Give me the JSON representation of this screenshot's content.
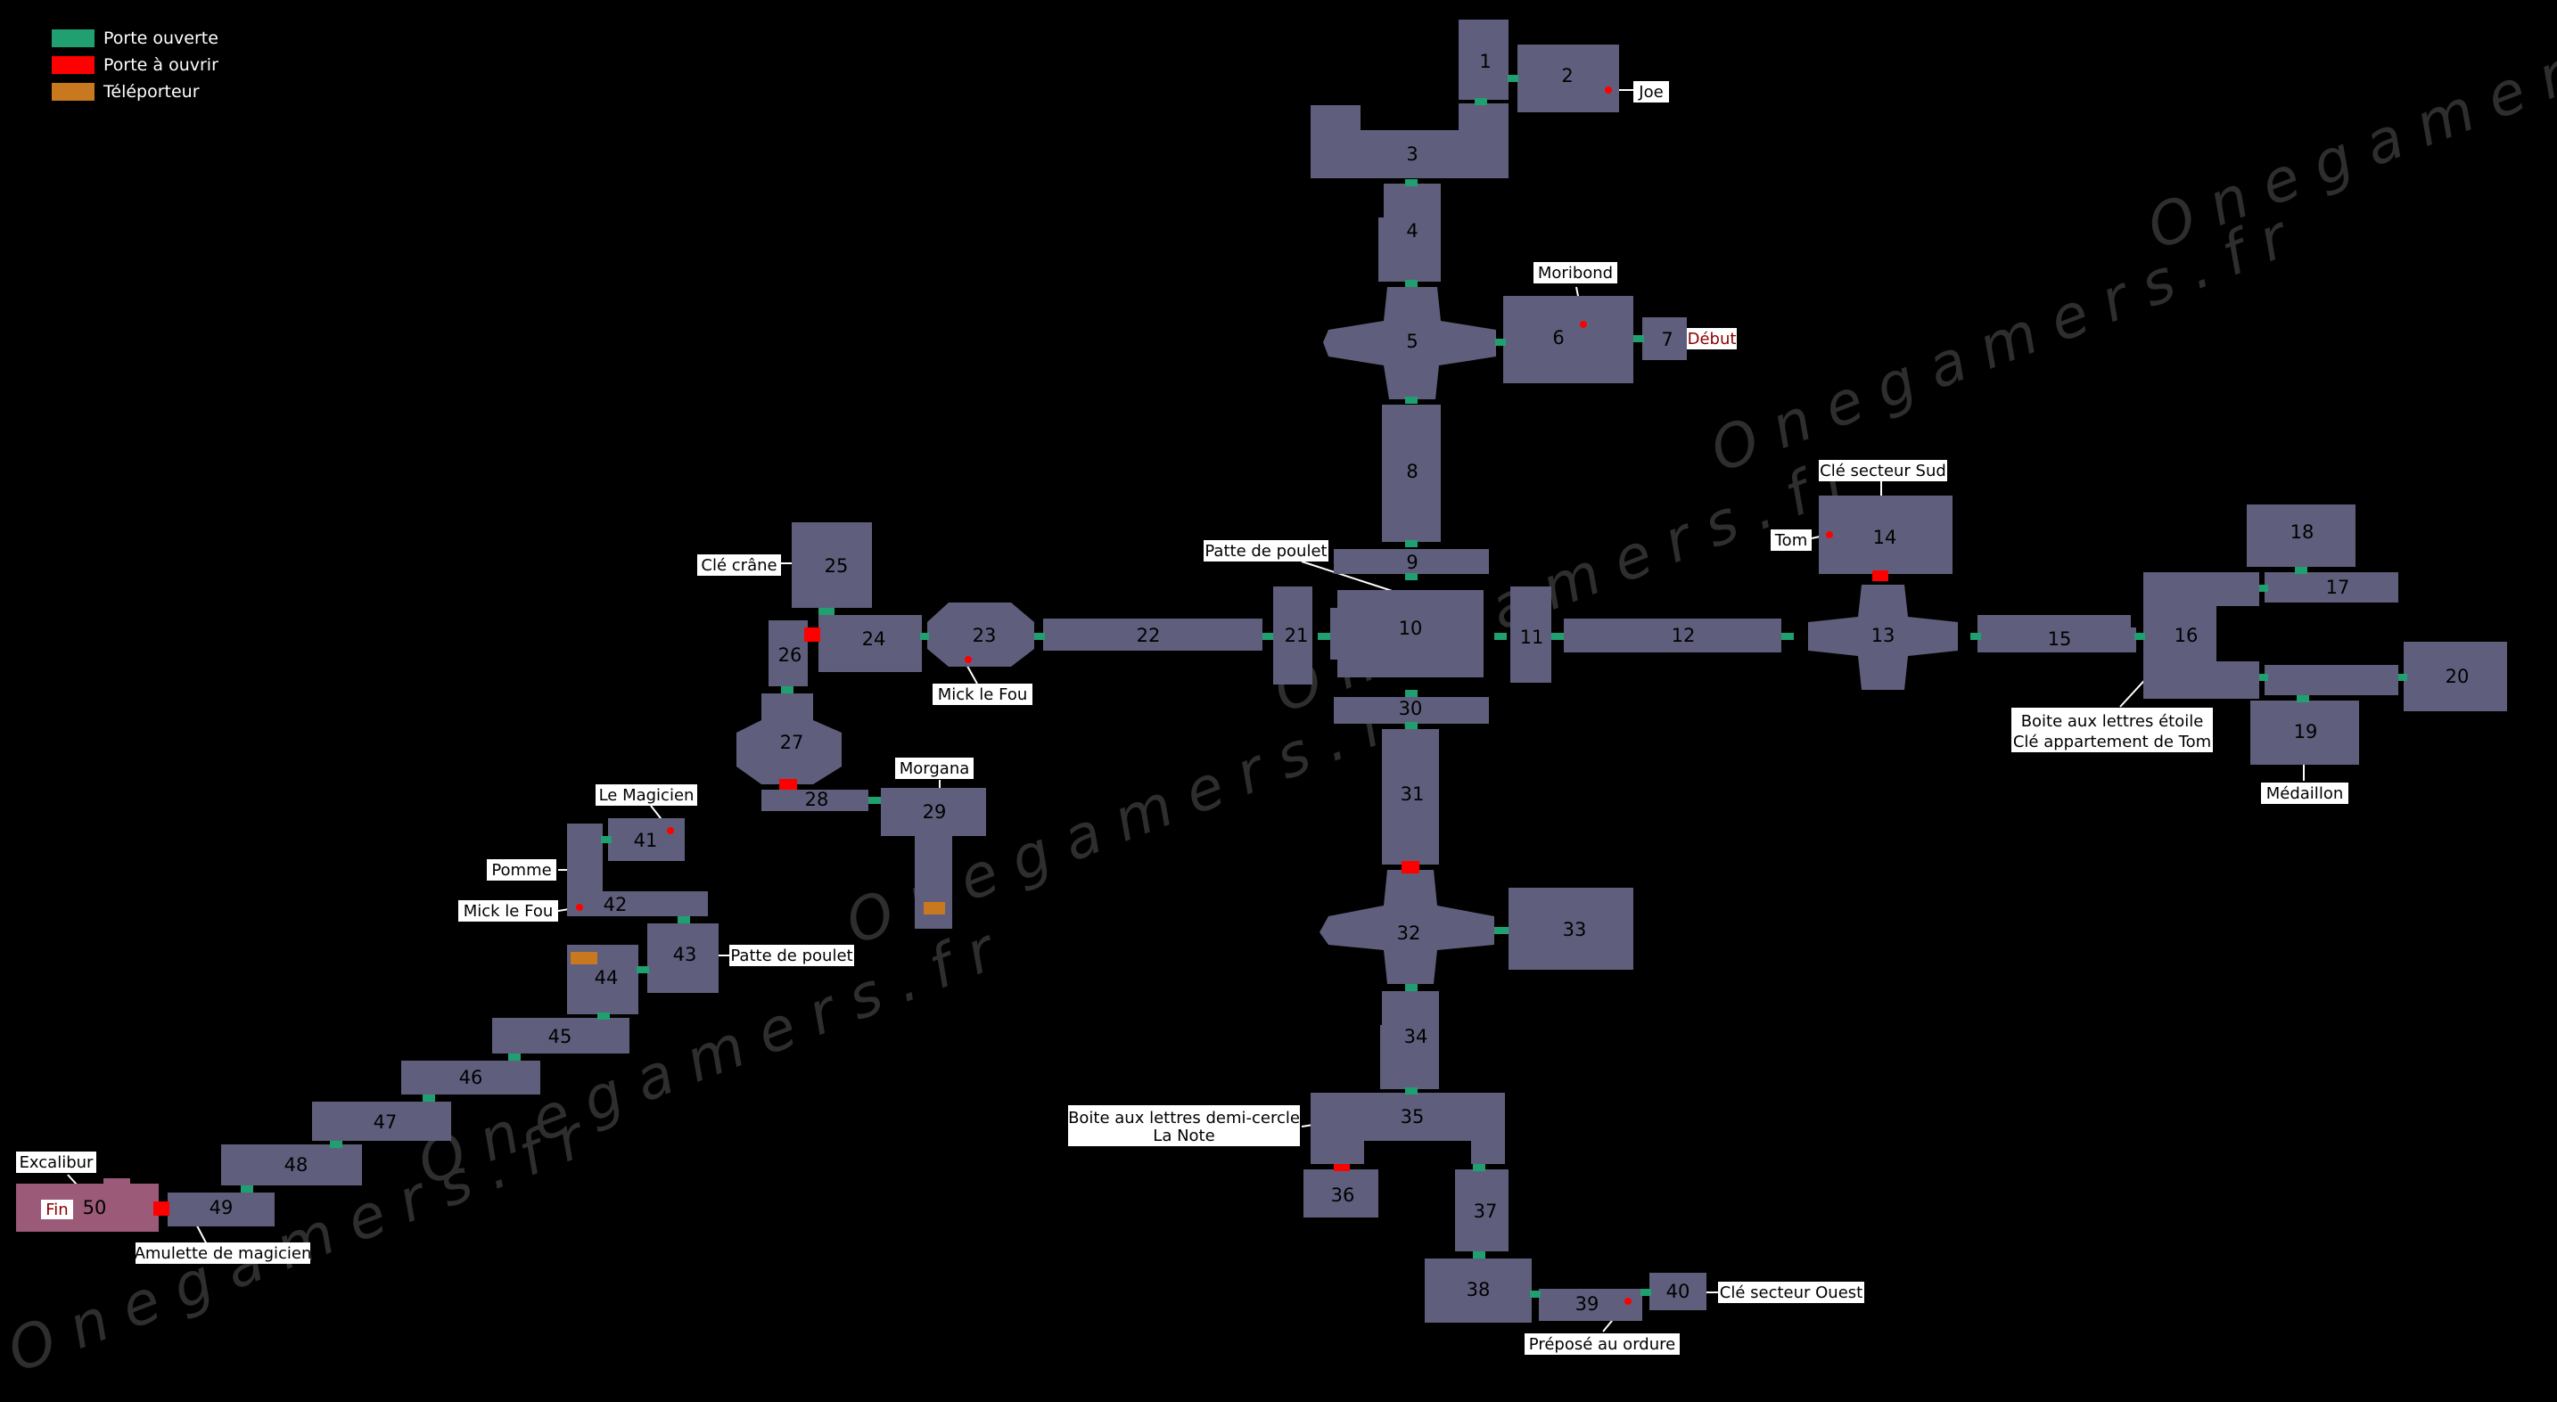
{
  "legend": {
    "open_door": {
      "label": "Porte ouverte",
      "color": "#20a070"
    },
    "locked_door": {
      "label": "Porte à ouvrir",
      "color": "#ff0000"
    },
    "teleporter": {
      "label": "Téléporteur",
      "color": "#c8781e"
    }
  },
  "colors": {
    "room": "#5f5f7d",
    "room_end": "#9a5a78",
    "background": "#000000",
    "watermark": "#3a3a3a",
    "start_text": "#8b0000"
  },
  "watermark": "O n e g a m e r s . f r",
  "rooms": [
    "1",
    "2",
    "3",
    "4",
    "5",
    "6",
    "7",
    "8",
    "9",
    "10",
    "11",
    "12",
    "13",
    "14",
    "15",
    "16",
    "17",
    "18",
    "19",
    "20",
    "21",
    "22",
    "23",
    "24",
    "25",
    "26",
    "27",
    "28",
    "29",
    "30",
    "31",
    "32",
    "33",
    "34",
    "35",
    "36",
    "37",
    "38",
    "39",
    "40",
    "41",
    "42",
    "43",
    "44",
    "45",
    "46",
    "47",
    "48",
    "49",
    "50"
  ],
  "labels": {
    "joe": "Joe",
    "moribond": "Moribond",
    "debut": "Début",
    "patte_poulet_10": "Patte de poulet",
    "cle_secteur_sud": "Clé secteur Sud",
    "tom": "Tom",
    "cle_crane": "Clé crâne",
    "mick_fou_23": "Mick le Fou",
    "morgana": "Morgana",
    "le_magicien": "Le Magicien",
    "pomme": "Pomme",
    "mick_fou_42": "Mick le Fou",
    "patte_poulet_43": "Patte de poulet",
    "boite_etoile": "Boite aux lettres étoile",
    "cle_appart_tom": "Clé appartement de Tom",
    "medaillon": "Médaillon",
    "boite_demi_cercle": "Boite aux lettres demi-cercle",
    "la_note": "La Note",
    "cle_secteur_ouest": "Clé secteur Ouest",
    "prepose_ordure": "Préposé au ordure",
    "excalibur": "Excalibur",
    "fin": "Fin",
    "amulette": "Amulette de magicien"
  }
}
